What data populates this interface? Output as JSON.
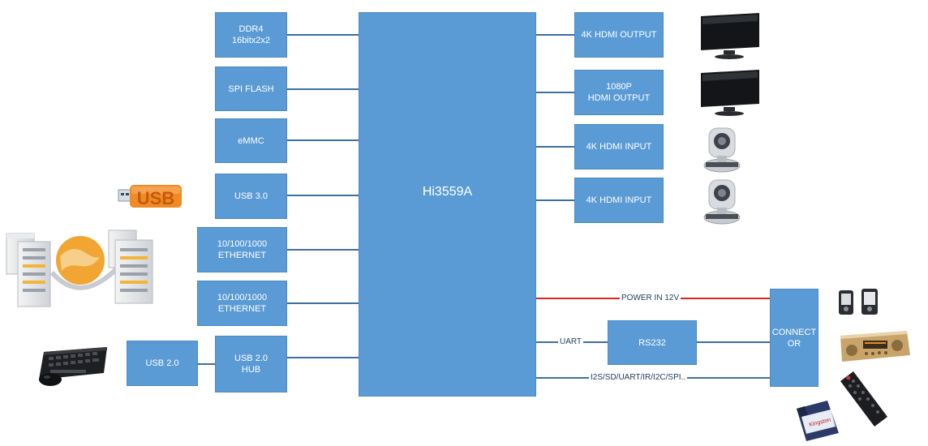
{
  "chip": {
    "label": "Hi3559A",
    "color": "#5b9bd5"
  },
  "left_blocks": [
    {
      "id": "ddr4",
      "label": "DDR4\n16bitx2x2"
    },
    {
      "id": "spi-flash",
      "label": "SPI FLASH"
    },
    {
      "id": "emmc",
      "label": "eMMC"
    },
    {
      "id": "usb3",
      "label": "USB 3.0"
    },
    {
      "id": "ethernet-1",
      "label": "10/100/1000\nETHERNET"
    },
    {
      "id": "ethernet-2",
      "label": "10/100/1000\nETHERNET"
    },
    {
      "id": "usb2-hub",
      "label": "USB 2.0\nHUB"
    }
  ],
  "usb2": {
    "label": "USB 2.0"
  },
  "right_blocks": [
    {
      "id": "hdmi-out-4k",
      "label": "4K HDMI OUTPUT"
    },
    {
      "id": "hdmi-out-1080p",
      "label": "1080P\nHDMI OUTPUT"
    },
    {
      "id": "hdmi-in-1",
      "label": "4K HDMI INPUT"
    },
    {
      "id": "hdmi-in-2",
      "label": "4K HDMI INPUT"
    }
  ],
  "rs232": {
    "label": "RS232"
  },
  "connector": {
    "label": "CONNECT\nOR"
  },
  "link_labels": {
    "power": "POWER IN 12V",
    "uart": "UART",
    "bus": "I2S/SD/UART/IR/I2C/SPI.."
  },
  "usb_stick_text": "USB",
  "sd_card_text": "Kingston",
  "icons": [
    "usb-stick-icon",
    "network-servers-icon",
    "keyboard-mouse-icon",
    "monitor-icon",
    "camera-icon",
    "speakers-icon",
    "amplifier-icon",
    "remote-control-icon",
    "sd-card-icon"
  ],
  "colors": {
    "block": "#5b9bd5",
    "line": "#3e6fa0",
    "power_line": "#e0241b"
  }
}
